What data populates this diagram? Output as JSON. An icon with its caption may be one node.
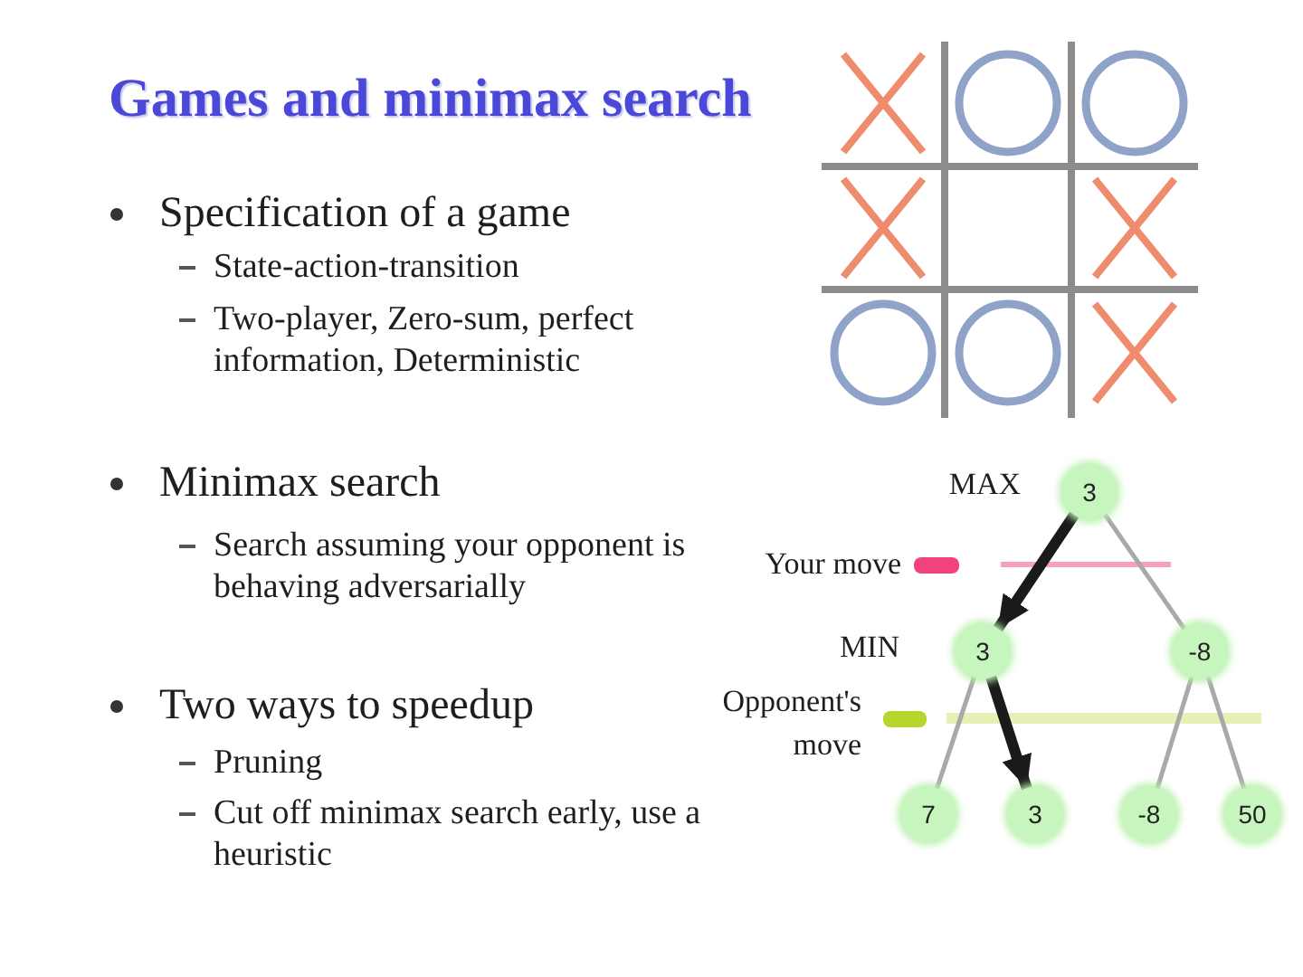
{
  "diagram": {
    "title": "Games and minimax search",
    "nodes": [
      {
        "text": [
          "3"
        ]
      },
      {
        "text": [
          "3"
        ]
      },
      {
        "text": [
          "-8"
        ]
      },
      {
        "text": [
          "7"
        ]
      },
      {
        "text": [
          "3"
        ]
      },
      {
        "text": [
          "-8"
        ]
      },
      {
        "text": [
          "50"
        ]
      }
    ],
    "edges": [
      {
        "from": 0,
        "to": 1,
        "arrow": "to",
        "style": "thick",
        "color": "#1a1a1a"
      },
      {
        "from": 0,
        "to": 2,
        "arrow": "none"
      },
      {
        "from": 1,
        "to": 3,
        "arrow": "none"
      },
      {
        "from": 1,
        "to": 4,
        "arrow": "to",
        "style": "thick",
        "color": "#1a1a1a"
      },
      {
        "from": 2,
        "to": 5,
        "arrow": "none"
      },
      {
        "from": 2,
        "to": 6,
        "arrow": "none"
      }
    ],
    "labels": [
      "Specification of a game",
      "State-action-transition",
      "Two-player, Zero-sum, perfect information, Deterministic",
      "Minimax search",
      "Search assuming your opponent is behaving adversarially",
      "Two ways to speedup",
      "Pruning",
      "Cut off minimax search early, use a heuristic",
      "MAX",
      "MIN"
    ],
    "legend": [
      {
        "text": "Your move",
        "color": "#f0427f"
      },
      {
        "text": "Opponent's move",
        "color": "#b5d62a"
      }
    ]
  }
}
